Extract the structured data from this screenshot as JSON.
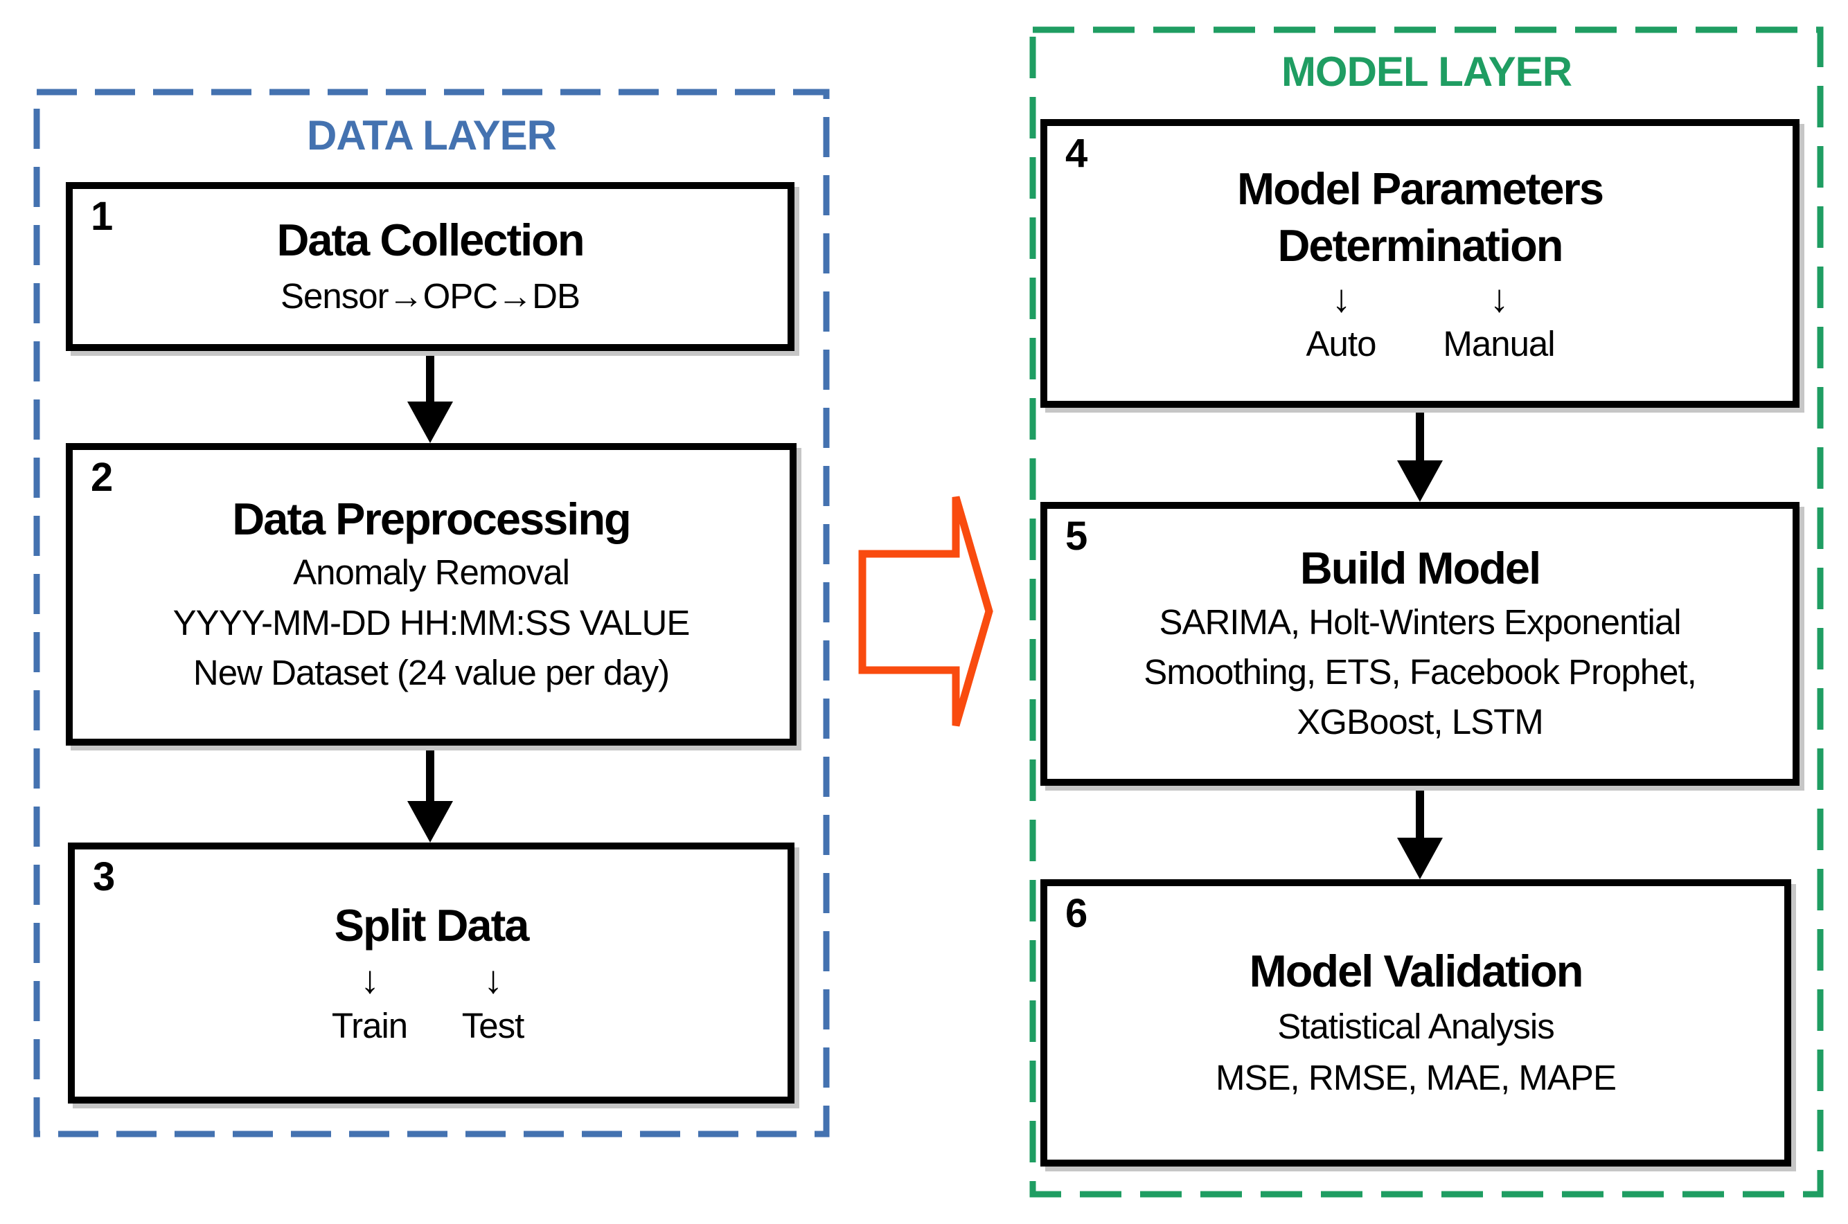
{
  "colors": {
    "data_layer_blue": "#4472b0",
    "model_layer_green": "#1f9d62",
    "arrow_orange": "#f94b0f"
  },
  "data_layer": {
    "title": "DATA LAYER",
    "boxes": [
      {
        "number": "1",
        "title": "Data Collection",
        "lines": [
          "Sensor→OPC→DB"
        ]
      },
      {
        "number": "2",
        "title": "Data Preprocessing",
        "lines": [
          "Anomaly Removal",
          "YYYY-MM-DD HH:MM:SS VALUE",
          "New Dataset (24 value per day)"
        ]
      },
      {
        "number": "3",
        "title": "Split Data",
        "branch": {
          "arrow_glyph": "↓",
          "options": [
            "Train",
            "Test"
          ]
        }
      }
    ]
  },
  "model_layer": {
    "title": "MODEL LAYER",
    "boxes": [
      {
        "number": "4",
        "title_lines": [
          "Model Parameters",
          "Determination"
        ],
        "branch": {
          "arrow_glyph": "↓",
          "options": [
            "Auto",
            "Manual"
          ]
        }
      },
      {
        "number": "5",
        "title": "Build Model",
        "lines": [
          "SARIMA, Holt-Winters Exponential",
          "Smoothing, ETS, Facebook Prophet,",
          "XGBoost, LSTM"
        ]
      },
      {
        "number": "6",
        "title": "Model Validation",
        "lines": [
          "Statistical Analysis",
          "MSE, RMSE, MAE, MAPE"
        ]
      }
    ]
  }
}
